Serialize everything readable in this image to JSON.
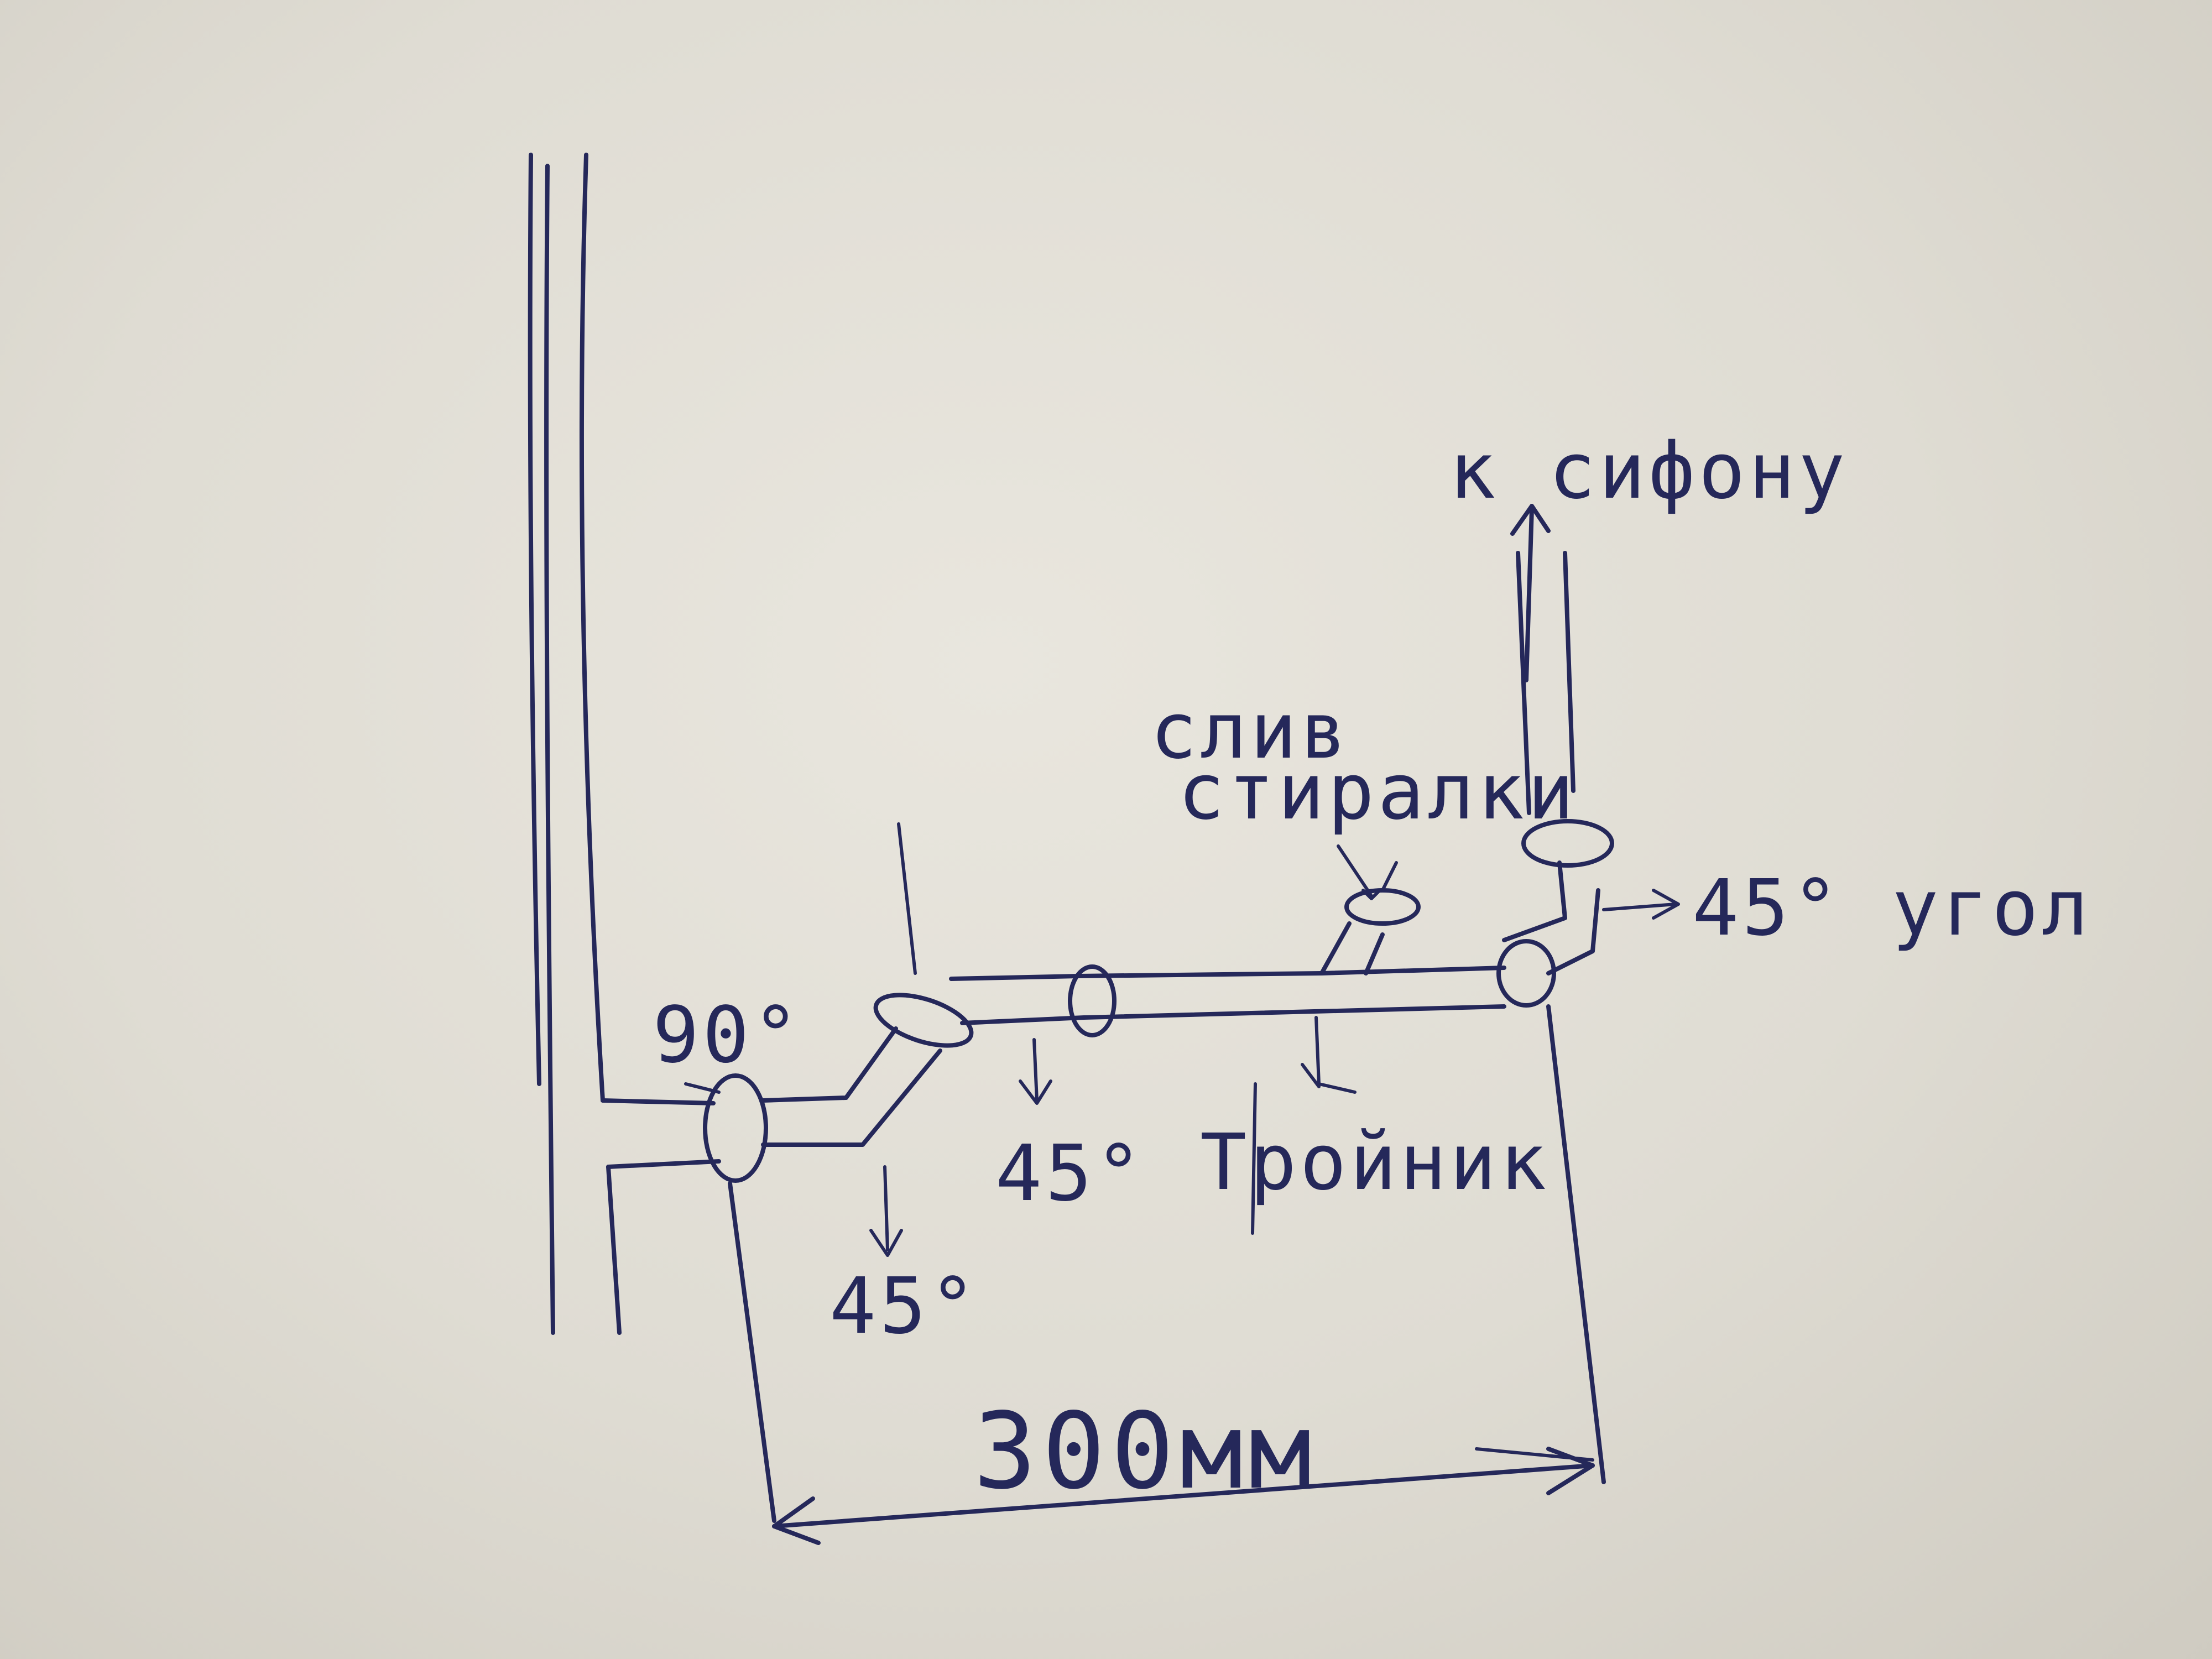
{
  "labels": {
    "angle_90": "90°",
    "angle_45_lower": "45°",
    "angle_45_middle": "45°",
    "tee": "Тройник",
    "drain_line1": "слив",
    "drain_line2": "стиралки",
    "to_siphon": "к сифону",
    "angle_45_right": "45° угол",
    "dimension": "300мм"
  },
  "colors": {
    "ink": "#25285a",
    "paper": "#dfdcd3"
  }
}
